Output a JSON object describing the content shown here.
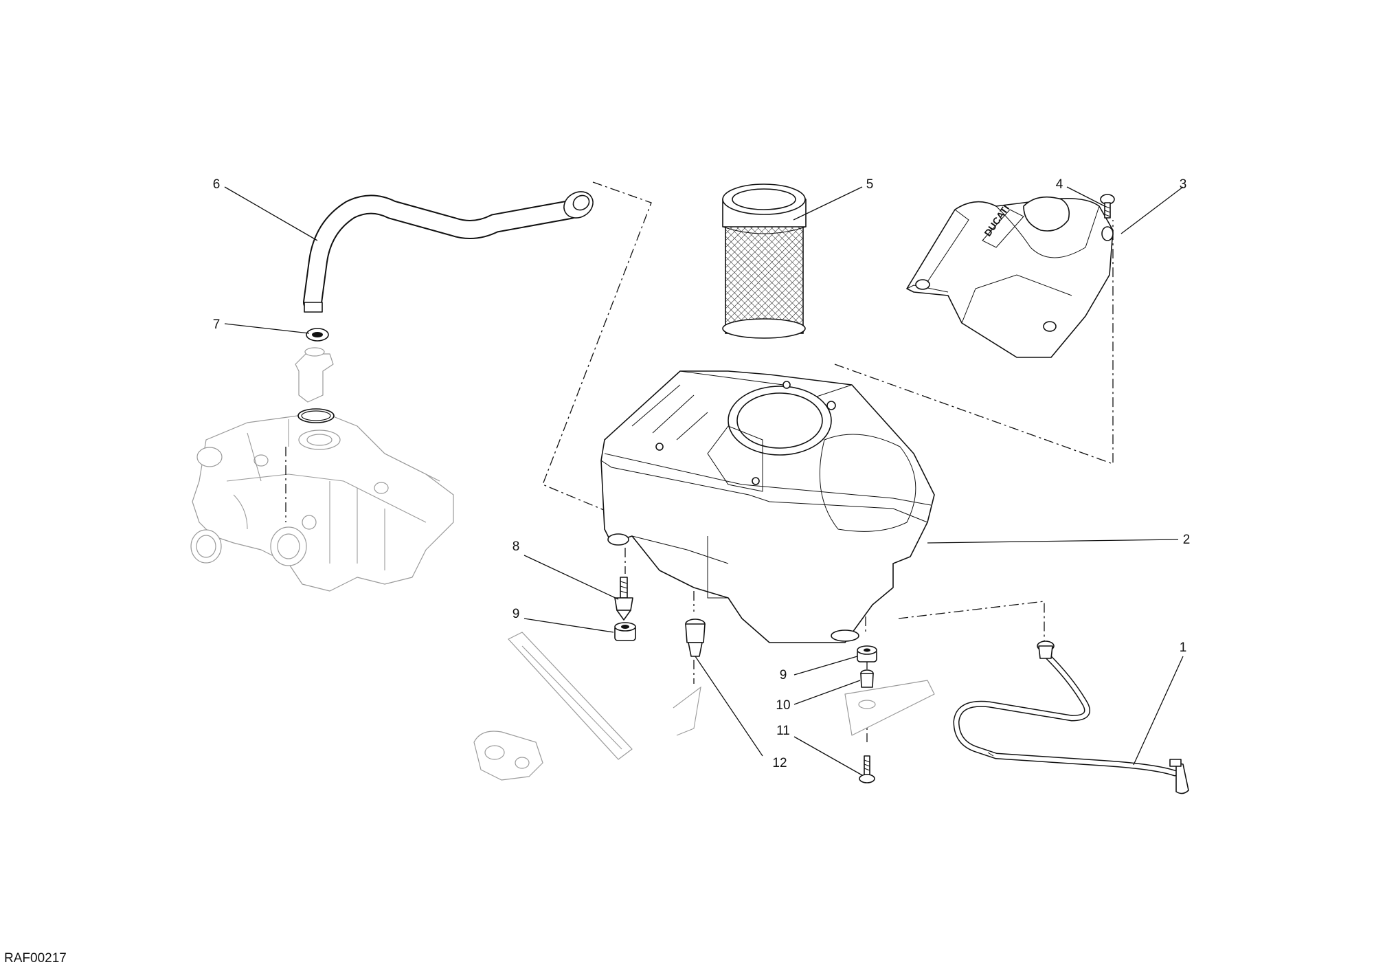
{
  "drawing_code": "RAF00217",
  "callouts": [
    {
      "id": "c1",
      "label": "1"
    },
    {
      "id": "c2",
      "label": "2"
    },
    {
      "id": "c3",
      "label": "3"
    },
    {
      "id": "c4",
      "label": "4"
    },
    {
      "id": "c5",
      "label": "5"
    },
    {
      "id": "c6",
      "label": "6"
    },
    {
      "id": "c7",
      "label": "7"
    },
    {
      "id": "c8",
      "label": "8"
    },
    {
      "id": "c9a",
      "label": "9"
    },
    {
      "id": "c9b",
      "label": "9"
    },
    {
      "id": "c10",
      "label": "10"
    },
    {
      "id": "c11",
      "label": "11"
    },
    {
      "id": "c12",
      "label": "12"
    }
  ],
  "cover_logo": "DUCATI"
}
